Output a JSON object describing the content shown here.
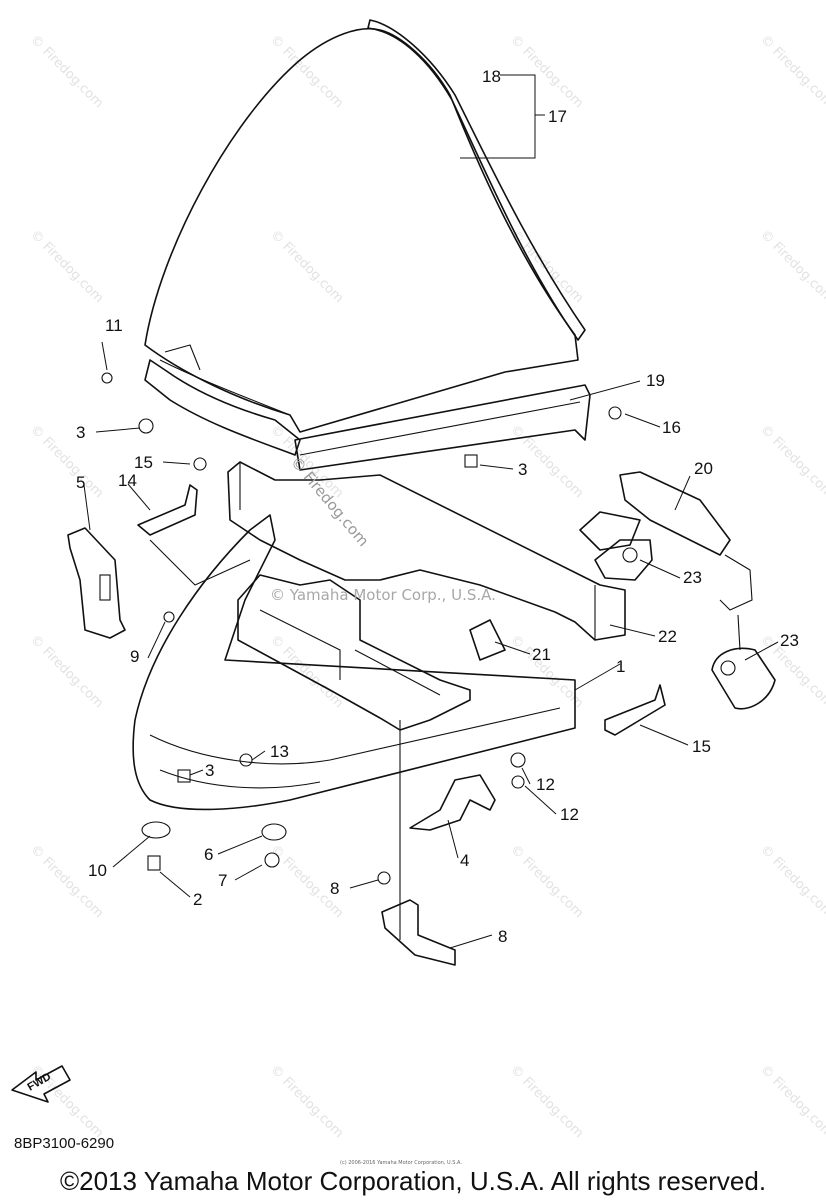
{
  "watermark": "© Firedog.com",
  "center_watermark": "© Firedog.com",
  "center_stamp": "© Yamaha Motor Corp., U.S.A.",
  "callouts": [
    "1",
    "2",
    "3",
    "3",
    "3",
    "4",
    "5",
    "6",
    "7",
    "8",
    "8",
    "9",
    "10",
    "11",
    "12",
    "12",
    "13",
    "14",
    "15",
    "15",
    "16",
    "17",
    "18",
    "19",
    "20",
    "21",
    "22",
    "23",
    "23"
  ],
  "fwd_label": "FWD",
  "part_code": "8BP3100-6290",
  "fine_print": "(c) 2006-2016 Yamaha Motor Corporation, U.S.A.",
  "copyright": "©2013 Yamaha Motor Corporation, U.S.A. All rights reserved."
}
